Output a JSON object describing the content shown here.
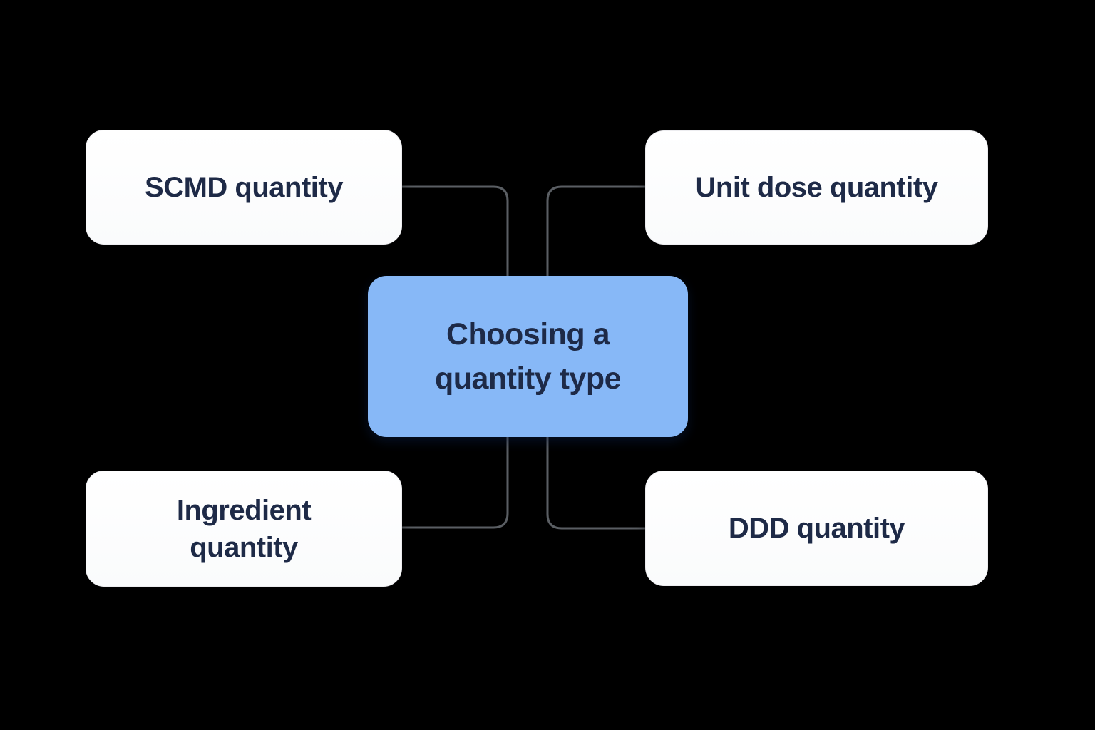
{
  "diagram": {
    "title": "Choosing a quantity type",
    "center_node": {
      "id": "choosing-a-quantity-type",
      "label": "Choosing a\nquantity type"
    },
    "nodes": [
      {
        "id": "scmd-quantity",
        "label": "SCMD quantity",
        "position": "top-left"
      },
      {
        "id": "unit-dose-quantity",
        "label": "Unit dose quantity",
        "position": "top-right"
      },
      {
        "id": "ingredient-quantity",
        "label": "Ingredient\nquantity",
        "position": "bottom-left"
      },
      {
        "id": "ddd-quantity",
        "label": "DDD quantity",
        "position": "bottom-right"
      }
    ],
    "edges": [
      {
        "from": "scmd-quantity",
        "to": "choosing-a-quantity-type"
      },
      {
        "from": "unit-dose-quantity",
        "to": "choosing-a-quantity-type"
      },
      {
        "from": "choosing-a-quantity-type",
        "to": "ingredient-quantity"
      },
      {
        "from": "choosing-a-quantity-type",
        "to": "ddd-quantity"
      }
    ],
    "colors": {
      "background": "#000000",
      "center_node_fill": "#87B8F7",
      "leaf_node_fill": "#FDFDFD",
      "text": "#1E2A47",
      "connector": "#5A5E63"
    }
  }
}
